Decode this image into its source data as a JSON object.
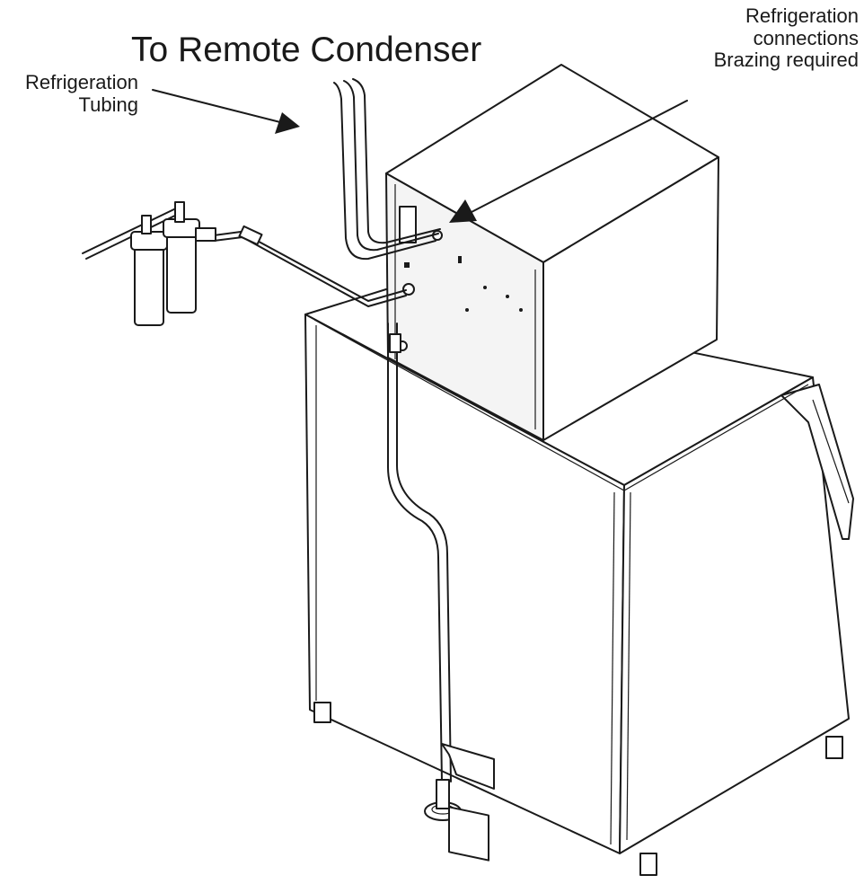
{
  "labels": {
    "title": "To Remote Condenser",
    "refrigeration_tubing": [
      "Refrigeration",
      "Tubing"
    ],
    "refrigeration_connections": [
      "Refrigeration",
      "connections",
      "Brazing required"
    ]
  },
  "colors": {
    "line": "#1a1a1a",
    "background": "#ffffff"
  }
}
